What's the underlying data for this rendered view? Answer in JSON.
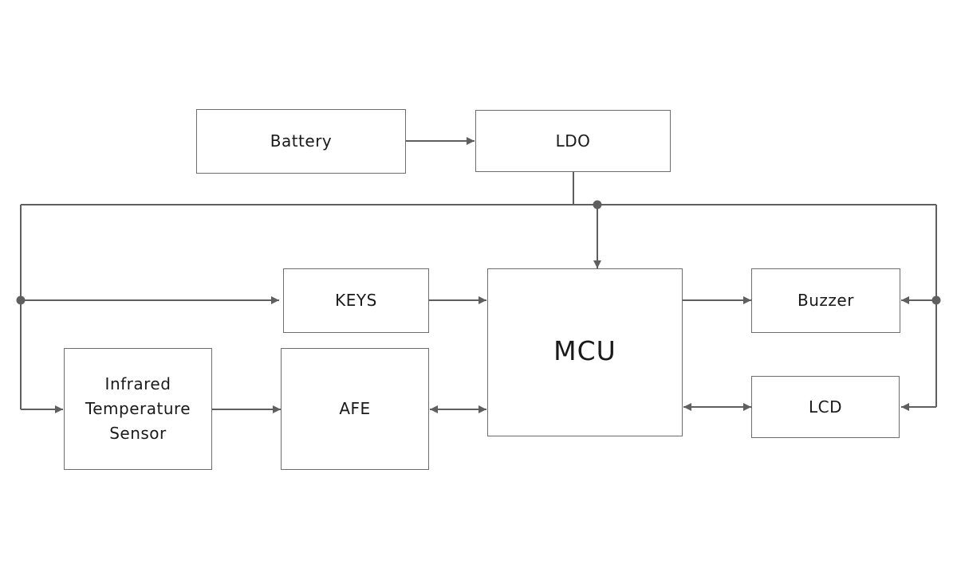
{
  "blocks": {
    "battery": "Battery",
    "ldo": "LDO",
    "keys": "KEYS",
    "mcu": "MCU",
    "buzzer": "Buzzer",
    "lcd": "LCD",
    "afe": "AFE",
    "ir_sensor": [
      "Infrared",
      "Temperature",
      "Sensor"
    ]
  },
  "colors": {
    "line": "#5f5f5f",
    "box_border": "#6d6d6d",
    "text": "#1a1a1a",
    "background": "#ffffff"
  }
}
